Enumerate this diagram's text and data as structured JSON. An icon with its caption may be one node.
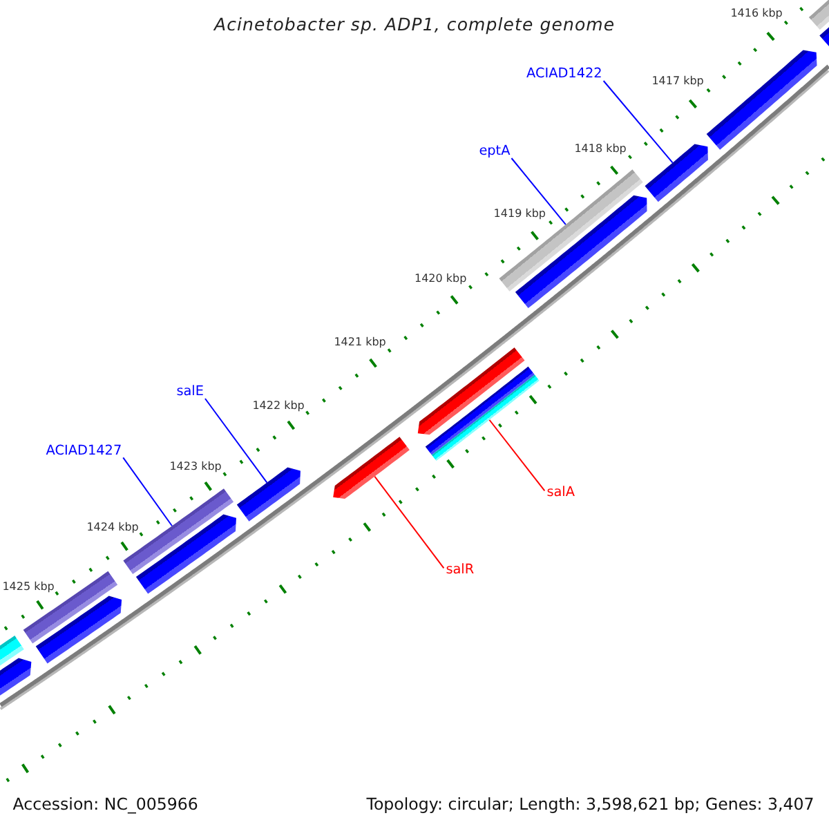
{
  "diagram": {
    "title": "Acinetobacter sp. ADP1, complete genome",
    "nodes": [
      {
        "text": [
          "ACIAD1422"
        ]
      },
      {
        "text": [
          "eptA"
        ]
      },
      {
        "text": [
          "salE"
        ]
      },
      {
        "text": [
          "ACIAD1427"
        ]
      },
      {
        "text": [
          "salA"
        ]
      },
      {
        "text": [
          "salR"
        ]
      },
      {
        "text": [],
        "shape": "bar"
      },
      {
        "text": [],
        "shape": "bar"
      },
      {
        "text": [],
        "shape": "arrow"
      },
      {
        "text": [],
        "shape": "arrow"
      },
      {
        "text": [],
        "shape": "bar"
      },
      {
        "text": [],
        "shape": "arrow"
      },
      {
        "text": [],
        "shape": "arrow"
      },
      {
        "text": [],
        "shape": "bar"
      },
      {
        "text": [],
        "shape": "bar"
      },
      {
        "text": [],
        "shape": "arrow"
      },
      {
        "text": [],
        "shape": "arrow"
      },
      {
        "text": [],
        "shape": "bar"
      },
      {
        "text": [],
        "shape": "arrow"
      },
      {
        "text": [],
        "shape": "bar"
      },
      {
        "text": [],
        "shape": "arrow"
      },
      {
        "text": [],
        "shape": "bar"
      },
      {
        "text": [],
        "shape": "arrow"
      }
    ],
    "edges": [
      {
        "from": 0,
        "to": 9,
        "arrow": "none"
      },
      {
        "from": 1,
        "to": 10,
        "arrow": "none"
      },
      {
        "from": 2,
        "to": 16,
        "arrow": "none"
      },
      {
        "from": 3,
        "to": 17,
        "arrow": "none"
      },
      {
        "from": 4,
        "to": 14,
        "arrow": "none",
        "color": "#ff0000"
      },
      {
        "from": 5,
        "to": 15,
        "arrow": "none",
        "color": "#ff0000"
      }
    ],
    "labels": [
      "1416 kbp",
      "1417 kbp",
      "1418 kbp",
      "1419 kbp",
      "1420 kbp",
      "1421 kbp",
      "1422 kbp",
      "1423 kbp",
      "1424 kbp",
      "1425 kbp",
      "Accession: NC_005966",
      "Topology: circular; Length: 3,598,621 bp; Genes: 3,407"
    ]
  }
}
